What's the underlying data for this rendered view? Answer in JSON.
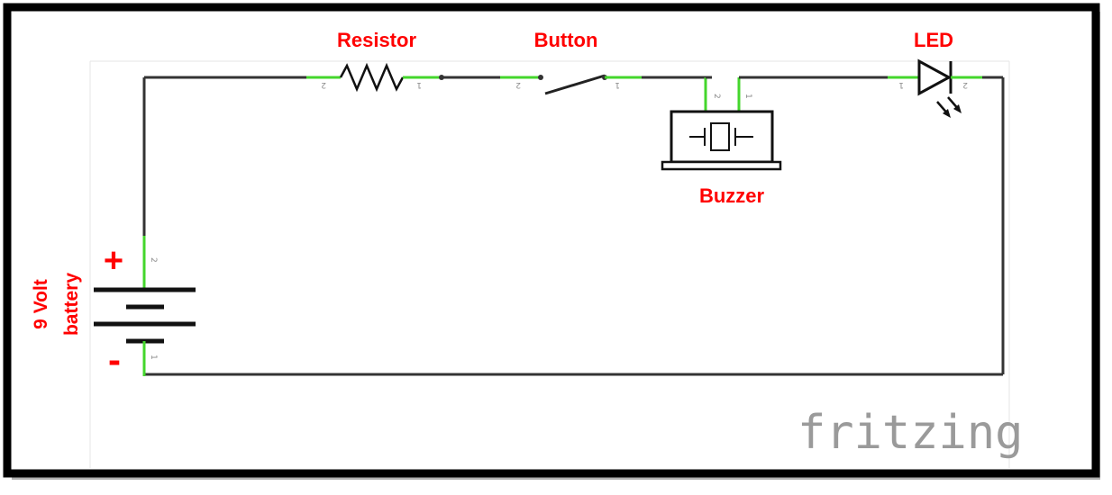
{
  "labels": {
    "resistor": "Resistor",
    "button": "Button",
    "led": "LED",
    "buzzer": "Buzzer",
    "battery_line1": "9 Volt",
    "battery_line2": "battery",
    "plus": "+",
    "minus": "-"
  },
  "pins": {
    "resistor_left": "2",
    "resistor_right": "1",
    "button_left": "2",
    "button_right": "1",
    "buzzer_left": "2",
    "buzzer_right": "1",
    "led_left": "1",
    "led_right": "2",
    "battery_top": "2",
    "battery_bottom": "1"
  },
  "watermark": "fritzing",
  "colors": {
    "wire": "#333333",
    "pin_highlight": "#44d62c",
    "label": "#ff0000",
    "frame": "#000000"
  }
}
